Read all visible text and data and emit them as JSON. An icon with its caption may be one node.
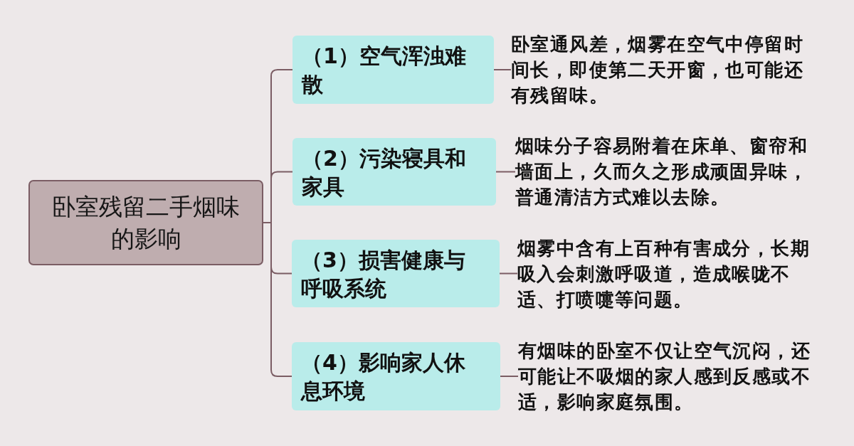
{
  "diagram": {
    "nodes": [
      {
        "text": [
          "卧室残留二手烟味的影响"
        ]
      },
      {
        "text": [
          "（1）空气浑浊难散"
        ]
      },
      {
        "text": [
          "卧室通风差，烟雾在空气中停留时间长，即使第二天开窗，也可能还有残留味。"
        ]
      },
      {
        "text": [
          "（2）污染寝具和家具"
        ]
      },
      {
        "text": [
          "烟味分子容易附着在床单、窗帘和墙面上，久而久之形成顽固异味，普通清洁方式难以去除。"
        ]
      },
      {
        "text": [
          "（3）损害健康与呼吸系统"
        ]
      },
      {
        "text": [
          "烟雾中含有上百种有害成分，长期吸入会刺激呼吸道，造成喉咙不适、打喷嚏等问题。"
        ]
      },
      {
        "text": [
          "（4）影响家人休息环境"
        ]
      },
      {
        "text": [
          "有烟味的卧室不仅让空气沉闷，还可能让不吸烟的家人感到反感或不适，影响家庭氛围。"
        ]
      }
    ],
    "edges": [
      {
        "from": 0,
        "to": 1,
        "arrow": "none"
      },
      {
        "from": 0,
        "to": 3,
        "arrow": "none"
      },
      {
        "from": 0,
        "to": 5,
        "arrow": "none"
      },
      {
        "from": 0,
        "to": 7,
        "arrow": "none"
      },
      {
        "from": 1,
        "to": 2,
        "arrow": "none"
      },
      {
        "from": 3,
        "to": 4,
        "arrow": "none"
      },
      {
        "from": 5,
        "to": 6,
        "arrow": "none"
      },
      {
        "from": 7,
        "to": 8,
        "arrow": "none"
      }
    ]
  }
}
